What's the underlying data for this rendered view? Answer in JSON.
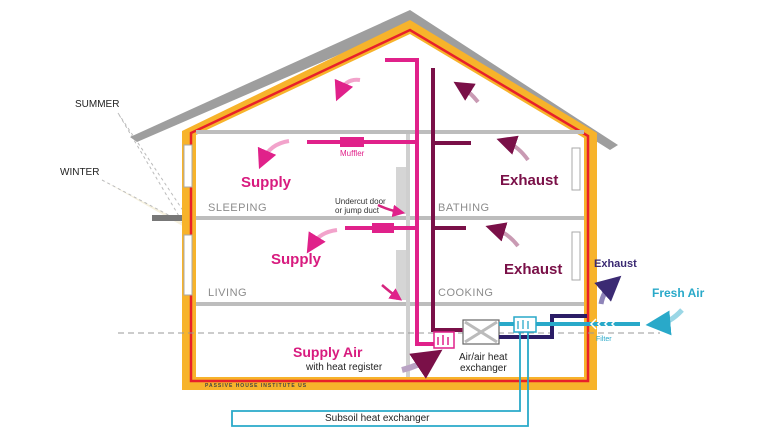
{
  "labels": {
    "summer": "SUMMER",
    "winter": "WINTER",
    "sleeping": "SLEEPING",
    "bathing": "BATHING",
    "living": "LIVING",
    "cooking": "COOKING",
    "supply_upper": "Supply",
    "supply_lower": "Supply",
    "exhaust_upper": "Exhaust",
    "exhaust_lower": "Exhaust",
    "exhaust_outside": "Exhaust",
    "muffler": "Muffler",
    "undercut_line1": "Undercut door",
    "undercut_line2": "or jump duct",
    "supply_air": "Supply Air",
    "heat_register": "with heat register",
    "exchanger_line1": "Air/air heat",
    "exchanger_line2": "exchanger",
    "fresh_air": "Fresh Air",
    "filter": "Filter",
    "subsoil": "Subsoil heat exchanger",
    "institute": "PASSIVE HOUSE INSTITUTE US"
  },
  "colors": {
    "roof": "#9e9e9e",
    "insulation": "#f7b32b",
    "airtight_layer": "#e8202a",
    "supply": "#e0218a",
    "exhaust": "#7a1048",
    "fresh": "#29a9c9",
    "exhaust_out": "#3b2a73"
  }
}
